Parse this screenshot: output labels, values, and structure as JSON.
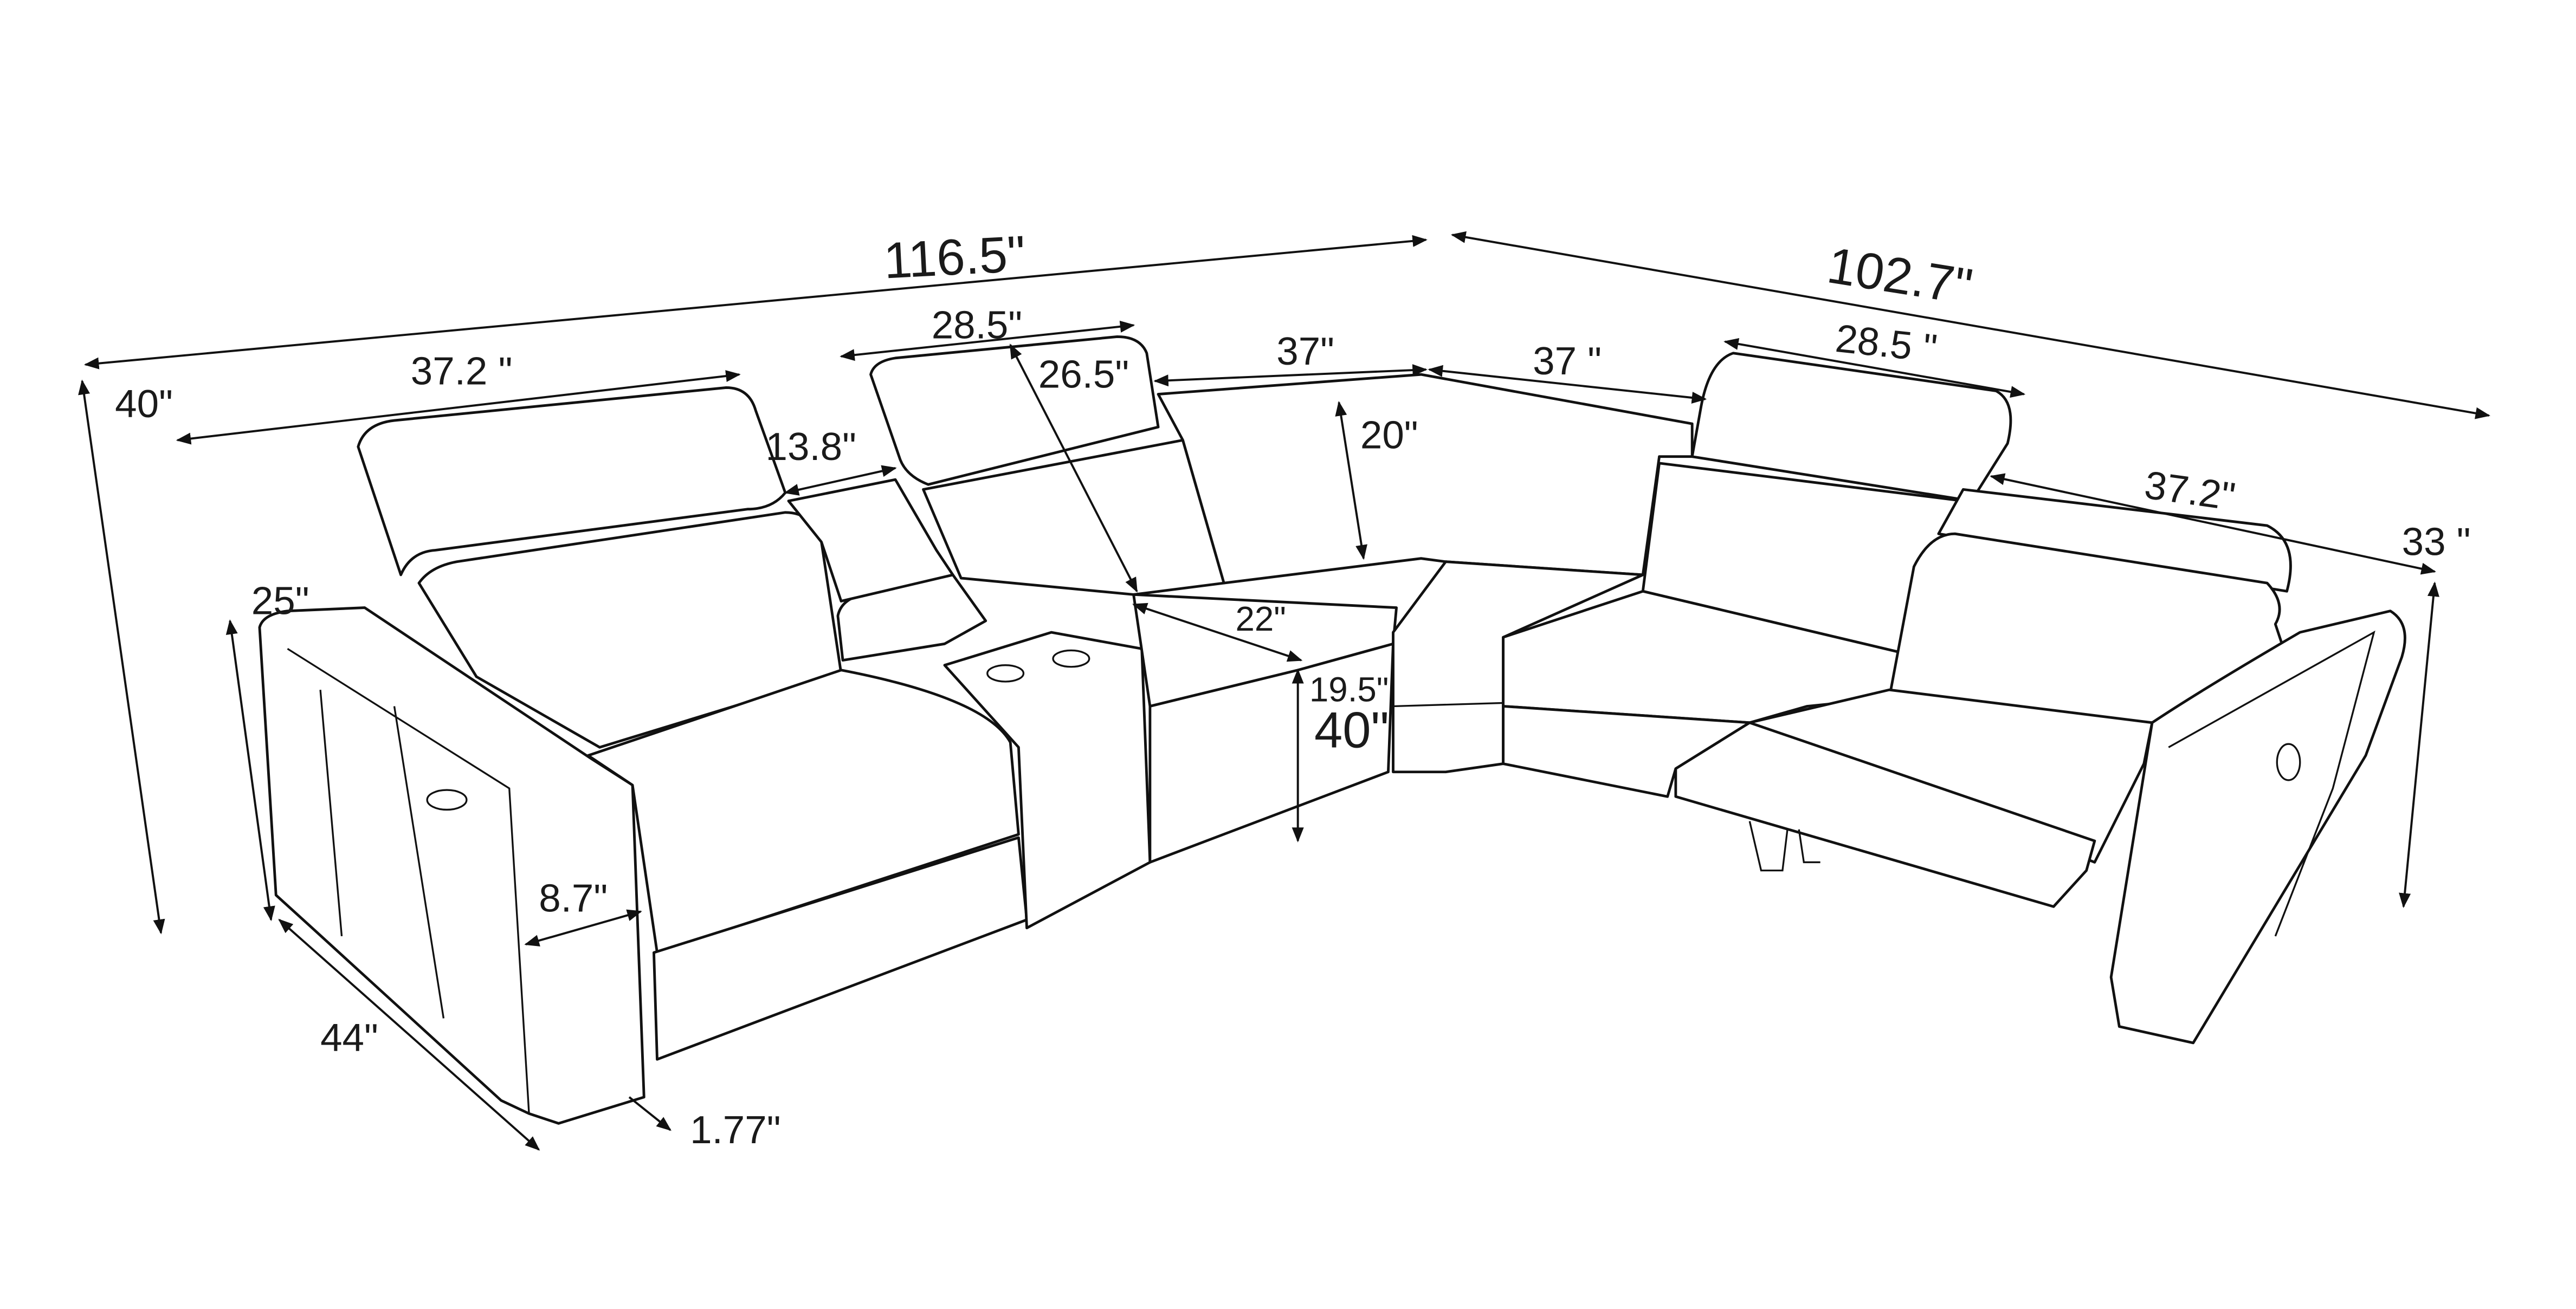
{
  "title": "Sectional sofa dimension diagram",
  "dimensions": {
    "overall_left_length": "116.5\"",
    "overall_right_length": "102.7\"",
    "overall_height_left": "40\"",
    "left_recliner_width": "37.2 \"",
    "console_width": "13.8\"",
    "left_armless_back_width": "28.5\"",
    "seat_depth_diagonal": "26.5\"",
    "center_left_width": "37\"",
    "center_right_width": "37 \"",
    "right_armless_back_width": "28.5 \"",
    "back_height": "20\"",
    "right_recliner_width": "37.2\"",
    "arm_height_right": "33 \"",
    "arm_height_left": "25\"",
    "seat_depth": "22\"",
    "seat_height": "19.5\"",
    "overall_depth": "40\"",
    "arm_width": "8.7\"",
    "side_depth": "44\"",
    "leg_height": "1.77\""
  }
}
